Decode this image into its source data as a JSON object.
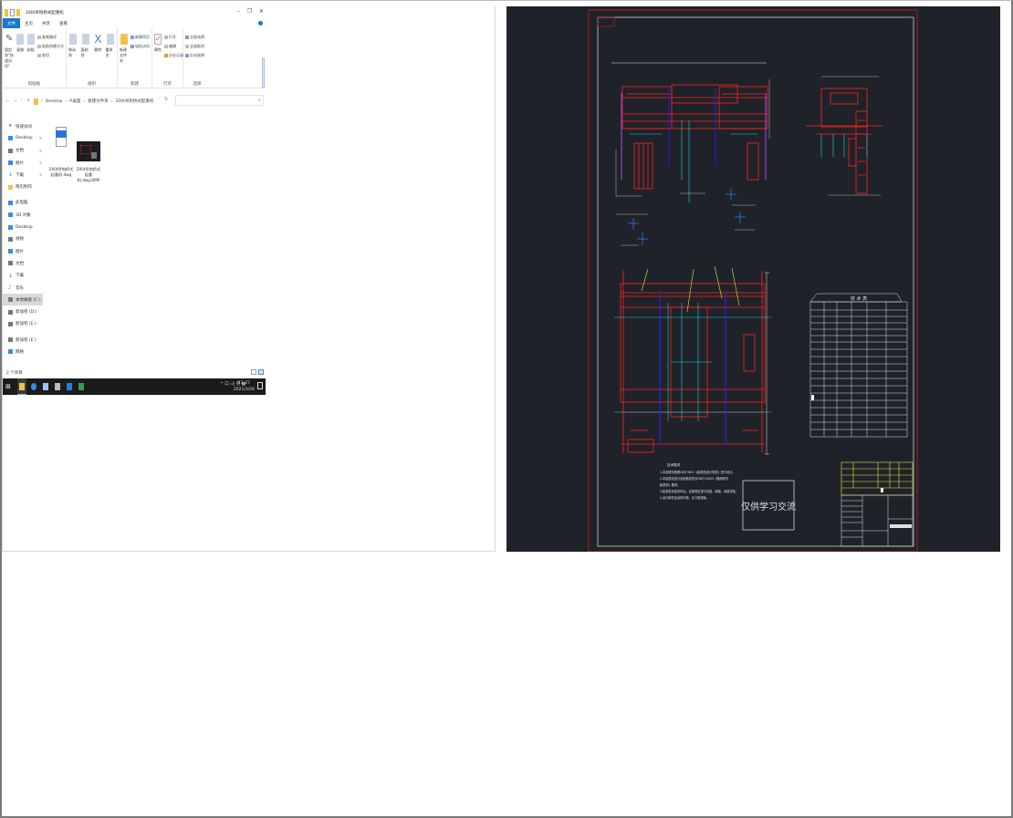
{
  "explorer": {
    "window_title": "200t吊钩桥式起重机",
    "window_controls": [
      "minimize",
      "maximize",
      "close"
    ],
    "menu": {
      "file": "文件",
      "tabs": [
        "主页",
        "共享",
        "查看"
      ]
    },
    "ribbon": {
      "groups": [
        {
          "label": "剪贴板",
          "buttons": [
            "固定到\"快速访问\"",
            "复制",
            "粘贴"
          ],
          "small": [
            "复制路径",
            "粘贴快捷方式",
            "剪切"
          ]
        },
        {
          "label": "组织",
          "buttons": [
            "移动到",
            "复制到",
            "删除",
            "重命名"
          ]
        },
        {
          "label": "新建",
          "buttons": [
            "新建文件夹"
          ],
          "small": [
            "新建项目",
            "轻松访问"
          ]
        },
        {
          "label": "打开",
          "buttons": [
            "属性"
          ],
          "small": [
            "打开",
            "编辑",
            "历史记录"
          ]
        },
        {
          "label": "选择",
          "small": [
            "全部选择",
            "全部取消",
            "反向选择"
          ]
        }
      ]
    },
    "address": {
      "path": [
        "Desktop",
        "R桌面",
        "新建文件夹",
        "200t吊钩桥式起重机"
      ],
      "search_placeholder": ""
    },
    "nav_items": [
      {
        "label": "快速访问",
        "icon": "star-icon",
        "pinned": false
      },
      {
        "label": "Desktop",
        "icon": "desktop-icon",
        "pinned": true
      },
      {
        "label": "文档",
        "icon": "documents-icon",
        "pinned": true
      },
      {
        "label": "图片",
        "icon": "pictures-icon",
        "pinned": true
      },
      {
        "label": "下载",
        "icon": "download-icon",
        "pinned": true
      },
      {
        "label": "简历制作",
        "icon": "folder-icon",
        "pinned": false
      },
      {
        "label": "此电脑",
        "icon": "computer-icon",
        "pinned": false
      },
      {
        "label": "3D 对象",
        "icon": "3d-icon",
        "pinned": false
      },
      {
        "label": "Desktop",
        "icon": "desktop-icon",
        "pinned": false
      },
      {
        "label": "视频",
        "icon": "video-icon",
        "pinned": false
      },
      {
        "label": "图片",
        "icon": "pictures-icon",
        "pinned": false
      },
      {
        "label": "文档",
        "icon": "documents-icon",
        "pinned": false
      },
      {
        "label": "下载",
        "icon": "download-icon",
        "pinned": false
      },
      {
        "label": "音乐",
        "icon": "music-icon",
        "pinned": false
      },
      {
        "label": "本地磁盘 (C:)",
        "icon": "drive-icon",
        "pinned": false,
        "selected": true
      },
      {
        "label": "新加卷 (D:)",
        "icon": "drive-icon",
        "pinned": false
      },
      {
        "label": "新加卷 (E:)",
        "icon": "drive-icon",
        "pinned": false
      },
      {
        "label": "新加卷 (E:)",
        "icon": "drive-icon",
        "pinned": false
      },
      {
        "label": "网络",
        "icon": "network-icon",
        "pinned": false
      }
    ],
    "files": [
      {
        "name": "200t吊钩桥式起重机.dwg",
        "type": "dwg"
      },
      {
        "name": "200t吊钩桥式起重机.dwg.BMP",
        "type": "bmp"
      }
    ],
    "status": "2 个项目",
    "taskbar": {
      "apps": [
        "start",
        "file-explorer",
        "browser",
        "documents",
        "printer",
        "vscode",
        "excel"
      ],
      "tray": "^ 口 ◁) 英 ▦",
      "time": "11:27",
      "date": "2021/3/26"
    }
  },
  "cad": {
    "background": "#1f2329",
    "watermark": "仅供学习交流",
    "notes_title": "技术要求",
    "notes": [
      "1.本起重机按照GB/T3811《起重机设计规范》进行设计。",
      "2.本起重机设计及制造应符合GB/T14405《通用桥式",
      "  起重机》要求。",
      "3.起重机安装完毕后，应按规定进行空载、静载、动载试验。",
      "4.运行部件应运转平稳，无卡阻现象。"
    ],
    "parts_table_title": "技 术 表",
    "colors": {
      "line": "#ff2020",
      "dim": "#e0e0e0",
      "center": "#20d0e0",
      "hidden": "#2020ff",
      "title": "#e8e840"
    }
  }
}
